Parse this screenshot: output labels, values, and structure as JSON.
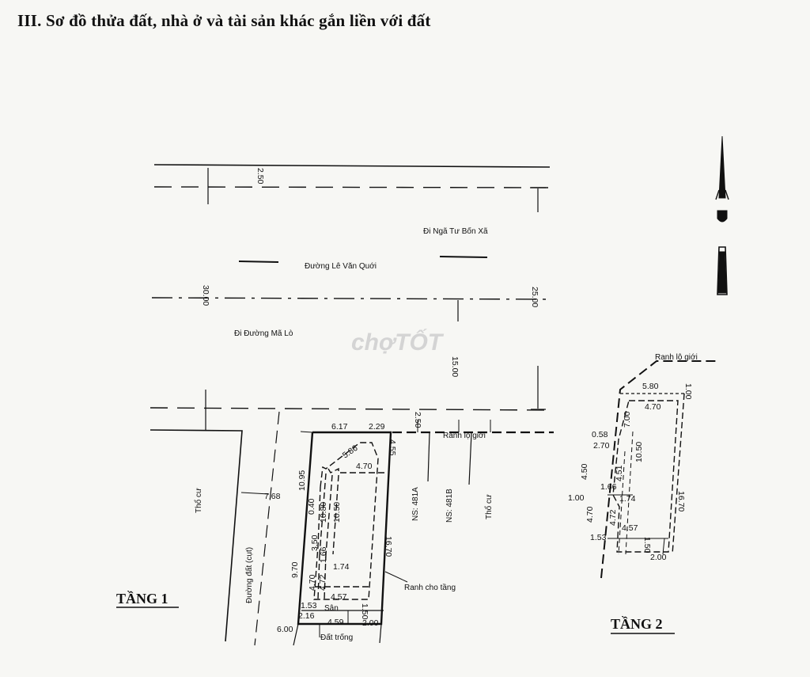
{
  "heading": "III. Sơ đồ thửa đất, nhà ở và tài sản khác gắn liền với đất",
  "labels": {
    "road_name": "Đường Lê Văn Quới",
    "dir_east": "Đi Ngã Tư Bốn Xã",
    "dir_west": "Đi Đường Mã Lò",
    "boundary_1": "Ranh lộ giới",
    "boundary_2": "Ranh lộ giới",
    "floor_boundary": "Ranh cho tầng",
    "neighbor_left": "Thổ cư",
    "neighbor_right": "Thổ cư",
    "lane": "Đường đất (cụt)",
    "ns_a": "NS: 481A",
    "ns_b": "NS: 481B",
    "yard": "Sân",
    "empty_land": "Đất trống",
    "floor1": "TẦNG 1",
    "floor2": "TẦNG 2",
    "watermark": "chợTỐT"
  },
  "dims": {
    "d_2_50_top": "2.50",
    "d_30_00": "30.00",
    "d_25_00": "25.00",
    "d_15_00": "15.00",
    "d_2_50_mid": "2.50",
    "d_6_17": "6.17",
    "d_2_29": "2.29",
    "d_5_86": "5.86",
    "d_4_55": "4.55",
    "d_4_70_a": "4.70",
    "d_10_95": "10.95",
    "d_7_68": "7.68",
    "d_0_40": "0.40",
    "d_10_80": "10.80",
    "d_10_50_a": "10.50",
    "d_3_50": "3.50",
    "d_1_66_a": "1.66",
    "d_1_74_a": "1.74",
    "d_9_70": "9.70",
    "d_4_70_b": "4.70",
    "d_4_72_a": "4.72",
    "d_16_70_a": "16.70",
    "d_4_57_a": "4.57",
    "d_1_53_a": "1.53",
    "d_1_50_a": "1.50",
    "d_2_16": "2.16",
    "d_4_59": "4.59",
    "d_2_00_a": "2.00",
    "d_6_00": "6.00",
    "d_5_80": "5.80",
    "d_1_00_a": "1.00",
    "d_4_70_c": "4.70",
    "d_7_00": "7.00",
    "d_0_58": "0.58",
    "d_2_70": "2.70",
    "d_10_50_b": "10.50",
    "d_4_50": "4.50",
    "d_4_51": "4.51",
    "d_16_70_b": "16.70",
    "d_1_00_b": "1.00",
    "d_1_66_b": "1.66",
    "d_1_74_b": "1.74",
    "d_4_70_d": "4.70",
    "d_4_72_b": "4.72",
    "d_4_57_b": "4.57",
    "d_1_53_b": "1.53",
    "d_1_50_b": "1.50",
    "d_2_00_b": "2.00"
  },
  "colors": {
    "ink": "#111111",
    "paper": "#f7f7f4",
    "watermark": "#d4d4d4"
  },
  "icons": {
    "north_arrow": "north-arrow-icon"
  }
}
